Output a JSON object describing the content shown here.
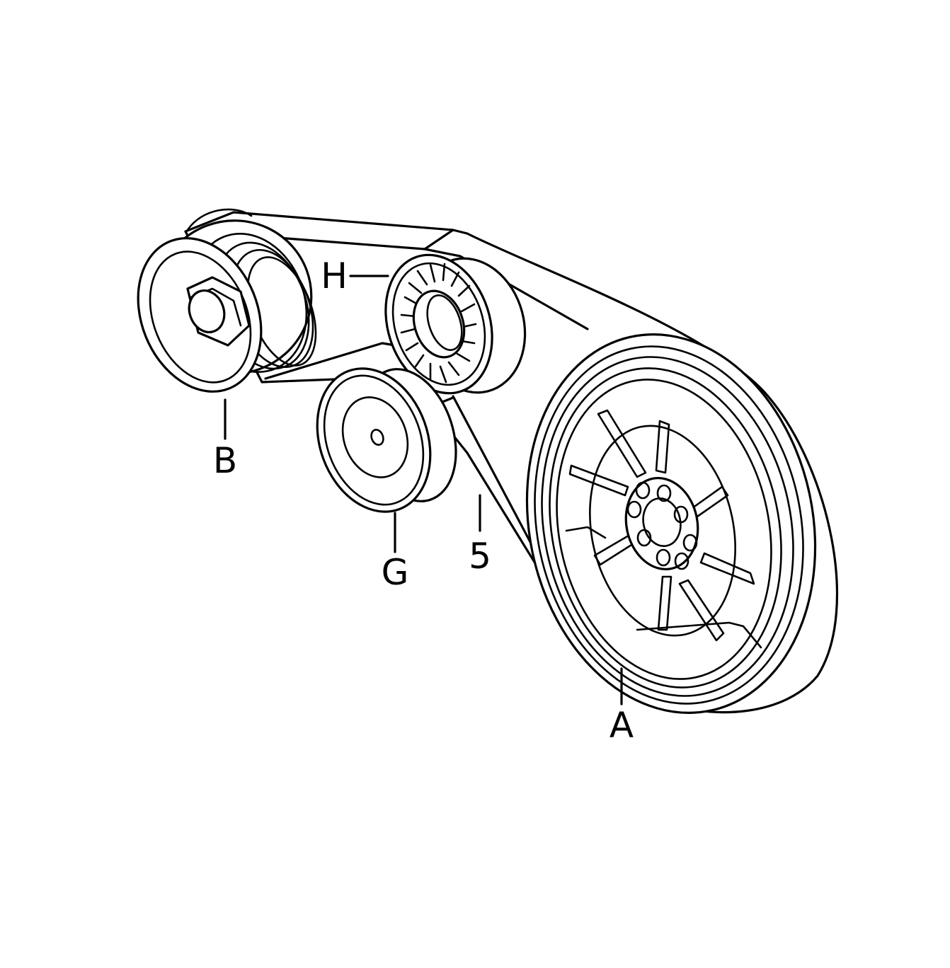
{
  "callouts": {
    "A": "A",
    "B": "B",
    "G": "G",
    "H": "H",
    "belt": "5"
  },
  "colors": {
    "line": "#000000",
    "background": "#ffffff"
  }
}
